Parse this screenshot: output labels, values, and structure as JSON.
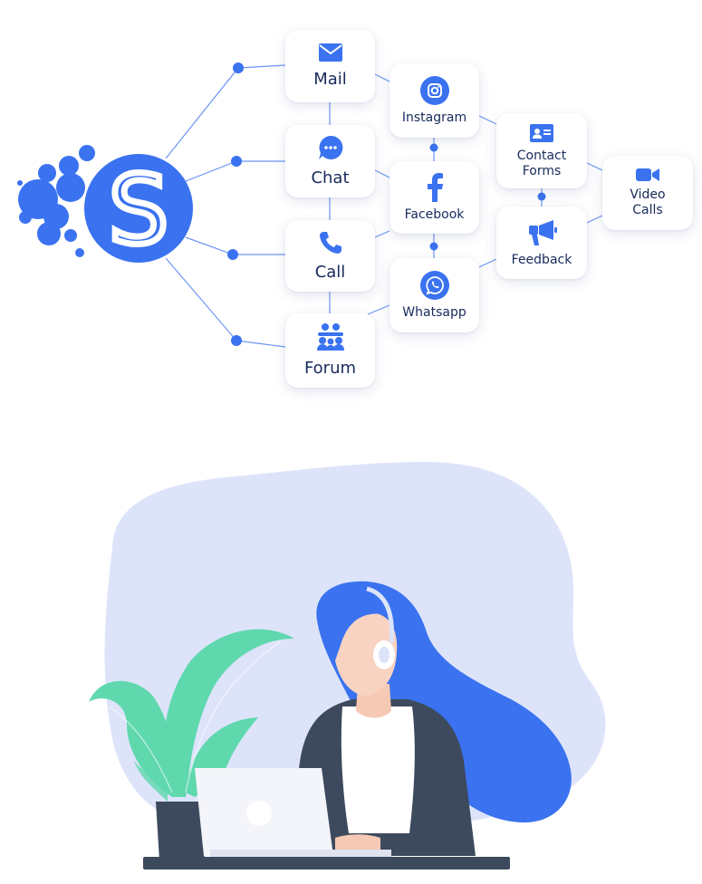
{
  "hub": {
    "letter": "S"
  },
  "channels": {
    "mail": "Mail",
    "chat": "Chat",
    "call": "Call",
    "forum": "Forum",
    "instagram": "Instagram",
    "facebook": "Facebook",
    "whatsapp": "Whatsapp",
    "contact_forms": "Contact\nForms",
    "feedback": "Feedback",
    "video_calls": "Video\nCalls"
  },
  "colors": {
    "accent": "#3a72f0",
    "text": "#172a5b",
    "card_bg": "#ffffff",
    "blob_bg": "#dde4fa",
    "leaf": "#5fd8ad",
    "dark": "#3d4a5e"
  },
  "icons": [
    "mail-icon",
    "chat-bubble-icon",
    "phone-icon",
    "group-icon",
    "instagram-icon",
    "facebook-icon",
    "whatsapp-icon",
    "contact-card-icon",
    "megaphone-icon",
    "video-camera-icon"
  ]
}
